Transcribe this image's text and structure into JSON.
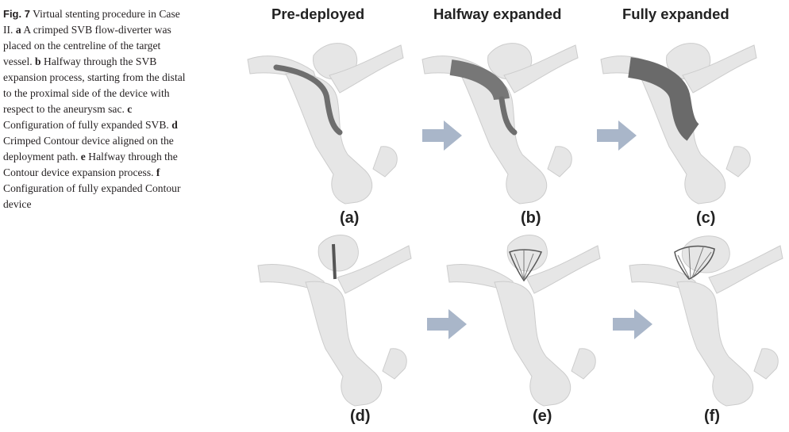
{
  "caption": {
    "fig_label": "Fig. 7",
    "s1": "Virtual stenting procedure in Case II.",
    "a_key": "a",
    "a_text": "A crimped SVB flow-diverter was placed on the centreline of the target vessel.",
    "b_key": "b",
    "b_text": "Halfway through the SVB expansion process, starting from the distal to the proximal side of the device with respect to the aneurysm sac.",
    "c_key": "c",
    "c_text": "Configuration of fully expanded SVB.",
    "d_key": "d",
    "d_text": "Crimped Contour device aligned on the deployment path.",
    "e_key": "e",
    "e_text": "Halfway through the Contour device expansion process.",
    "f_key": "f",
    "f_text": "Configuration of fully expanded Contour device"
  },
  "headers": {
    "pre": "Pre-deployed",
    "half": "Halfway expanded",
    "full": "Fully expanded"
  },
  "panels": {
    "a": "(a)",
    "b": "(b)",
    "c": "(c)",
    "d": "(d)",
    "e": "(e)",
    "f": "(f)"
  },
  "colors": {
    "vessel": "#e6e6e6",
    "vessel_edge": "#c8c8c8",
    "device": "#6e6e6e",
    "arrow": "#a9b6c9"
  }
}
